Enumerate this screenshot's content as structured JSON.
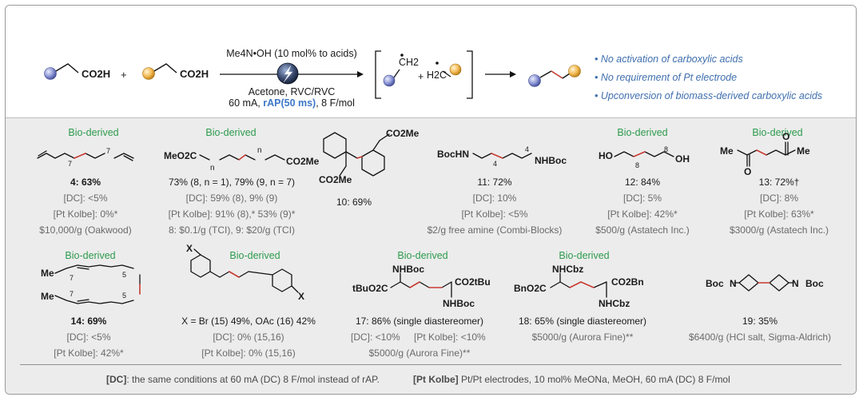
{
  "scheme": {
    "acid1": "CO2H",
    "plus": "+",
    "acid2": "CO2H",
    "arrow_top": "Me4N•OH (10 mol% to acids)",
    "arrow_bottom1": "Acetone, RVC/RVC",
    "arrow_bottom2_a": "60 mA, ",
    "arrow_bottom2_b": "rAP(50 ms)",
    "arrow_bottom2_c": ", 8 F/mol",
    "radical1": "CH2",
    "radical_plus": "+",
    "radical2": "H2C"
  },
  "bullets": [
    "• No activation of carboxylic acids",
    "• No requirement of Pt electrode",
    "• Upconversion of biomass-derived carboxylic acids"
  ],
  "products": {
    "p4": {
      "tag": "Bio-derived",
      "yield": "4: 63%",
      "dc": "[DC]: <5%",
      "pt": "[Pt Kolbe]: 0%*",
      "price": "$10,000/g (Oakwood)",
      "sub1": "7",
      "sub2": "7"
    },
    "p8": {
      "tag": "Bio-derived",
      "left": "MeO2C",
      "right": "CO2Me",
      "n1": "n",
      "n2": "n",
      "yield": "73% (8, n = 1), 79% (9, n = 7)",
      "dc": "[DC]: 59% (8), 9% (9)",
      "pt": "[Pt Kolbe]: 91% (8),* 53% (9)*",
      "price": "8: $0.1/g (TCI), 9: $20/g (TCI)"
    },
    "p10": {
      "top": "CO2Me",
      "bottom": "CO2Me",
      "yield": "10: 69%"
    },
    "p11": {
      "left": "BocHN",
      "right": "NHBoc",
      "sub1": "4",
      "sub2": "4",
      "yield": "11: 72%",
      "dc": "[DC]: 10%",
      "pt": "[Pt Kolbe]: <5%",
      "price": "$2/g free amine (Combi-Blocks)"
    },
    "p12": {
      "tag": "Bio-derived",
      "left": "HO",
      "right": "OH",
      "sub1": "8",
      "sub2": "8",
      "yield": "12: 84%",
      "dc": "[DC]: 5%",
      "pt": "[Pt Kolbe]: 42%*",
      "price": "$500/g (Astatech Inc.)"
    },
    "p13": {
      "tag": "Bio-derived",
      "me1": "Me",
      "me2": "Me",
      "o1": "O",
      "o2": "O",
      "yield": "13: 72%†",
      "dc": "[DC]: 8%",
      "pt": "[Pt Kolbe]: 63%*",
      "price": "$3000/g (Astatech Inc.)"
    },
    "p14": {
      "tag": "Bio-derived",
      "me1": "Me",
      "me2": "Me",
      "s1": "7",
      "s2": "7",
      "s3": "5",
      "s4": "5",
      "yield": "14: 69%",
      "dc": "[DC]: <5%",
      "pt": "[Pt Kolbe]: 42%*"
    },
    "p15": {
      "tag": "Bio-derived",
      "x1": "X",
      "x2": "X",
      "yield": "X = Br (15) 49%, OAc (16) 42%",
      "dc": "[DC]: 0% (15,16)",
      "pt": "[Pt Kolbe]: 0% (15,16)"
    },
    "p17": {
      "tag": "Bio-derived",
      "nh1": "NHBoc",
      "nh2": "NHBoc",
      "left": "tBuO2C",
      "right": "CO2tBu",
      "yield": "17: 86% (single diastereomer)",
      "dc": "[DC]: <10%",
      "pt": "[Pt Kolbe]: <10%",
      "price": "$5000/g (Aurora Fine)**"
    },
    "p18": {
      "tag": "Bio-derived",
      "nh1": "NHCbz",
      "nh2": "NHCbz",
      "left": "BnO2C",
      "right": "CO2Bn",
      "yield": "18: 65% (single diastereomer)",
      "price": "$5000/g (Aurora Fine)**"
    },
    "p19": {
      "left": "Boc",
      "right": "Boc",
      "n1": "N",
      "n2": "N",
      "yield": "19: 35%",
      "price": "$6400/g (HCl salt, Sigma-Aldrich)"
    }
  },
  "footnote": {
    "dc_key": "[DC]",
    "dc_text": ": the same conditions at 60 mA (DC) 8 F/mol instead of rAP.",
    "pt_key": "[Pt Kolbe]",
    "pt_text": " Pt/Pt electrodes, 10 mol% MeONa, MeOH, 60 mA (DC) 8 F/mol"
  },
  "colors": {
    "highlight_bond": "#c83a32",
    "bio_derived": "#2e9b4e",
    "bullet_text": "#3f6fae",
    "rap_text": "#3d77c8",
    "panel_bg": "#ececec"
  }
}
